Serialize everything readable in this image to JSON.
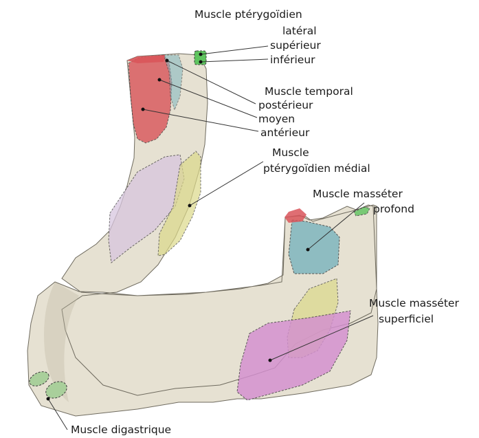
{
  "labels": {
    "pterygoid_lateral_title": "Muscle ptérygoïdien",
    "pterygoid_lateral_sub": "latéral",
    "pterygoid_superior": "supérieur",
    "pterygoid_inferior": "inférieur",
    "temporal_title": "Muscle temporal",
    "temporal_posterior": "postérieur",
    "temporal_middle": "moyen",
    "temporal_anterior": "antérieur",
    "pterygoid_medial_line1": "Muscle",
    "pterygoid_medial_line2": "ptérygoïdien médial",
    "masseter_deep_line1": "Muscle masséter",
    "masseter_deep_line2": "profond",
    "masseter_superficial_line1": "Muscle masséter",
    "masseter_superficial_line2": "superficiel",
    "digastric": "Muscle digastrique"
  },
  "colors": {
    "bone": "#e6e1d2",
    "temporal": "#d9555a",
    "pterygoid_lateral": "#5fc45f",
    "pterygoid_medial": "#d8c6df",
    "masseter_deep": "#7fb6bf",
    "masseter_superficial": "#d48fd0",
    "yellow_zone": "#dcd98a",
    "digastric": "#a9cf9b"
  }
}
